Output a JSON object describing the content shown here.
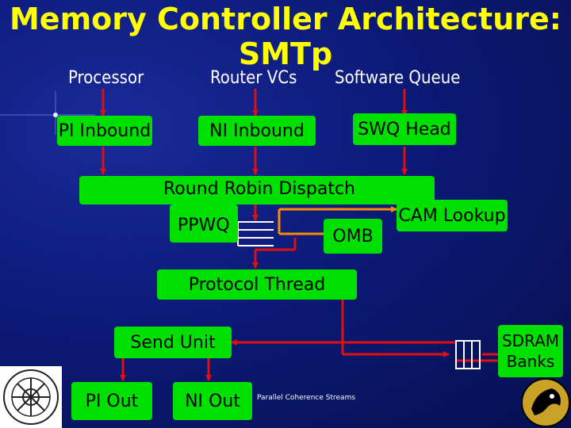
{
  "slide": {
    "title": "Memory Controller Architecture: SMTp",
    "colors": {
      "background": "#0c1a78",
      "title": "#ffff00",
      "box": "#00e000",
      "wire": "#e01010",
      "orange_wire": "#ff8c00"
    }
  },
  "labels": {
    "processor": "Processor",
    "router_vcs": "Router VCs",
    "software_queue": "Software Queue"
  },
  "boxes": {
    "pi_inbound": "PI Inbound",
    "ni_inbound": "NI Inbound",
    "swq_head": "SWQ Head",
    "round_robin": "Round Robin Dispatch",
    "ppwq": "PPWQ",
    "omb": "OMB",
    "cam_lookup": "CAM Lookup",
    "protocol_thread": "Protocol Thread",
    "send_unit": "Send Unit",
    "sdram_banks": "SDRAM Banks",
    "pi_out": "PI Out",
    "ni_out": "NI Out"
  },
  "notes": {
    "parallel_streams": "Parallel Coherence Streams"
  },
  "icons": {
    "left_logo": "institute-seal-icon",
    "right_logo": "university-mascot-icon"
  }
}
